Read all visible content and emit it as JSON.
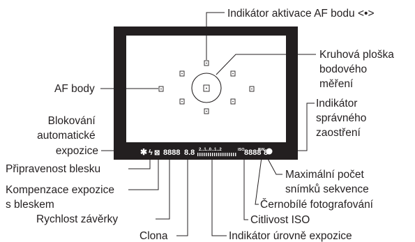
{
  "labels": {
    "af_point_indicator": "Indikátor aktivace AF bodu <•>",
    "spot_metering_circle": [
      "Kruhová ploška",
      "bodového",
      "měření"
    ],
    "af_points": "AF body",
    "focus_confirmation": [
      "Indikátor",
      "správného",
      "zaostření"
    ],
    "ae_lock": [
      "Blokování",
      "automatické",
      "expozice"
    ],
    "max_burst": [
      "Maximální počet",
      "snímků sekvence"
    ],
    "flash_ready": "Připravenost blesku",
    "flash_exposure_comp": [
      "Kompenzace expozice",
      "s bleskem"
    ],
    "monochrome": "Černobílé fotografování",
    "shutter_speed": "Rychlost závěrky",
    "iso": "Citlivost ISO",
    "aperture": "Clona",
    "exposure_level": "Indikátor úrovně expozice"
  },
  "display": {
    "ae_lock_symbol": "✱",
    "flash_symbol": "ϟ",
    "fec_symbol": "⊠",
    "shutter_digits": "8888",
    "aperture_digits": "8.8",
    "meter_scale": "2‥1‥0‥1‥2",
    "iso_prefix": "ISO",
    "iso_digits": "8888",
    "bw_symbol": "BW",
    "burst_digit": "8",
    "focus_dot": "●"
  },
  "colors": {
    "viewfinder": "#231f20",
    "screen": "#ffffff",
    "text": "#231f20"
  }
}
